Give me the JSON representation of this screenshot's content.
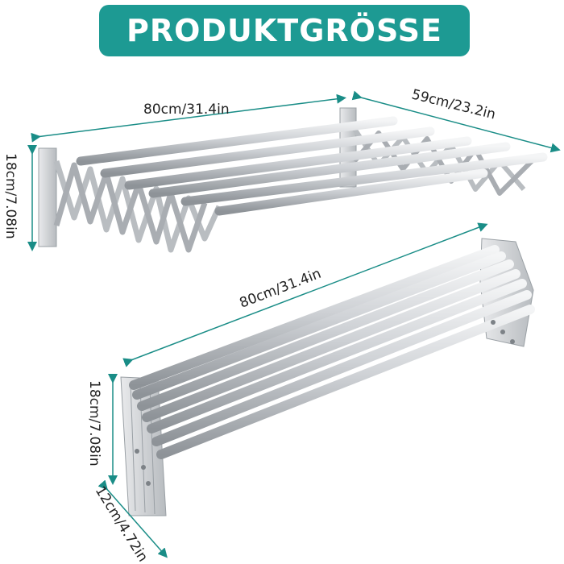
{
  "banner": {
    "title": "PRODUKTGRÖSSE"
  },
  "dimensions": {
    "top_width": "80cm/31.4in",
    "top_depth": "59cm/23.2in",
    "top_height": "18cm/7.08in",
    "bottom_width": "80cm/31.4in",
    "bottom_height": "18cm/7.08in",
    "bottom_depth": "12cm/4.72in"
  },
  "colors": {
    "accent": "#1d9a93",
    "metal": "#c9ccd0"
  }
}
